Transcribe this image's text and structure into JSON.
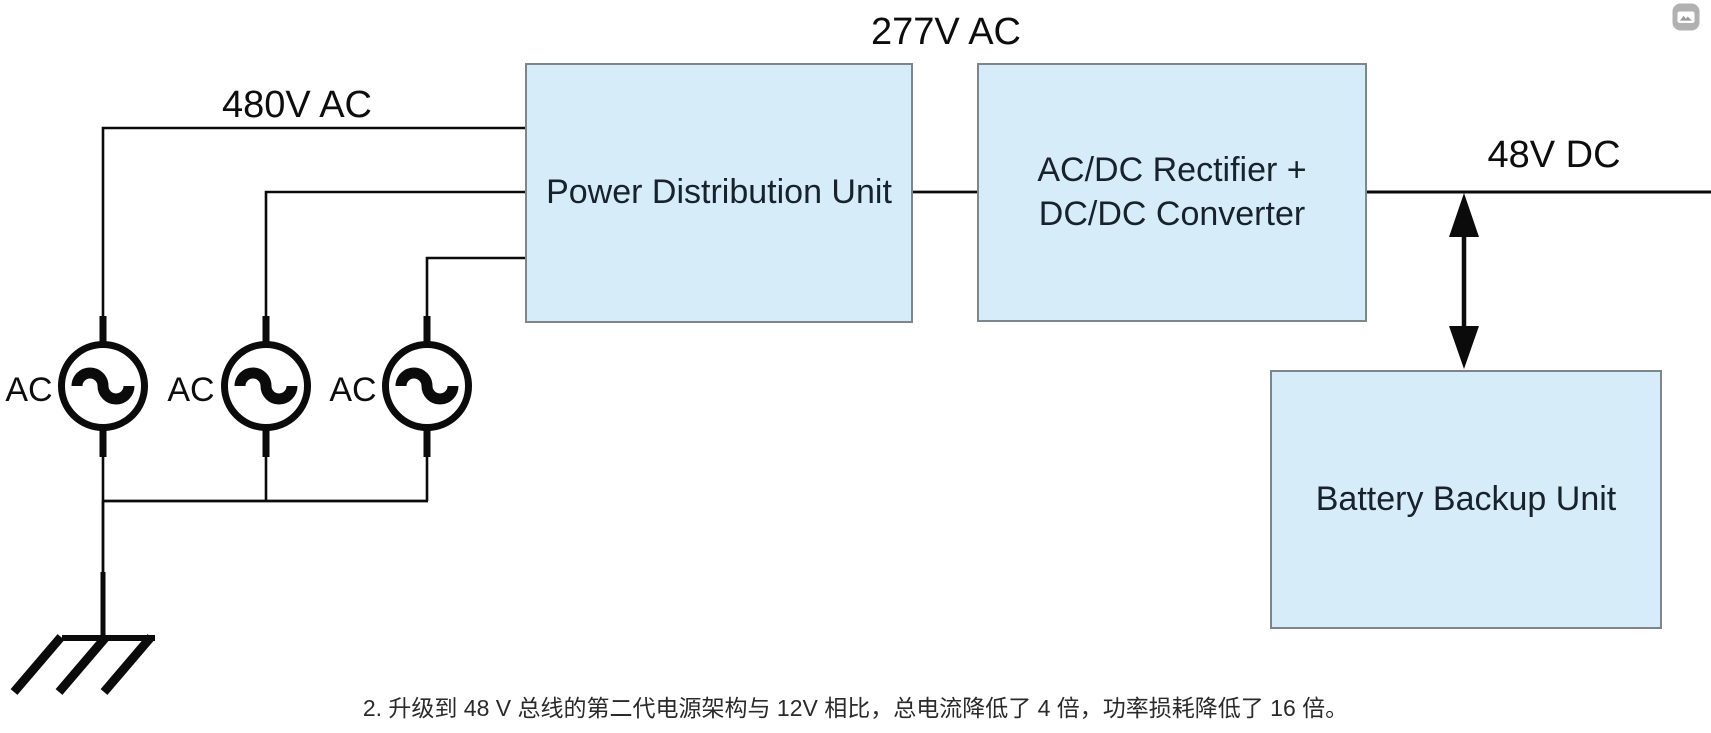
{
  "colors": {
    "block_fill": "#d6ecf8",
    "block_border": "#7e868b",
    "wire": "#0b0b0b",
    "bus_label_text": "#0d0d0d",
    "block_text": "#17222c",
    "caption_text": "#2a2a2a",
    "image_badge_gray": "#b1b1b1"
  },
  "diagram": {
    "bus_labels": {
      "input": "480V AC",
      "intermediate": "277V AC",
      "output": "48V DC"
    },
    "blocks": {
      "pdu": {
        "label": "Power Distribution Unit"
      },
      "rectifier": {
        "label": "AC/DC Rectifier + DC/DC Converter"
      },
      "battery": {
        "label": "Battery Backup Unit"
      }
    },
    "ac_sources": [
      {
        "label": "AC"
      },
      {
        "label": "AC"
      },
      {
        "label": "AC"
      }
    ],
    "icons": {
      "ground": "earth-ground-symbol",
      "arrow": "bidirectional-power-flow-arrow",
      "badge": "image-icon"
    }
  },
  "caption": {
    "text": "2. 升级到 48 V 总线的第二代电源架构与 12V 相比，总电流降低了 4 倍，功率损耗降低了 16 倍。"
  }
}
